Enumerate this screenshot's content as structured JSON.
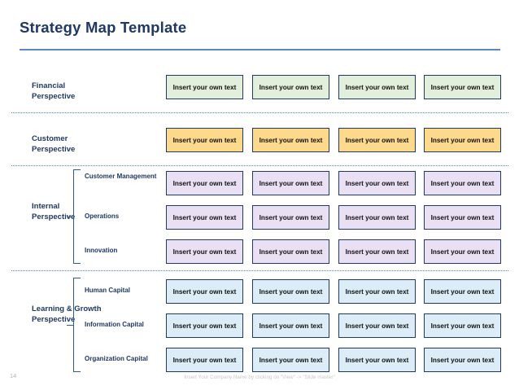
{
  "slide": {
    "title": "Strategy Map Template",
    "page_number": "14",
    "footer_note": "Insert Your Company Name by clicking on \"View\" -> \"Slide master\"",
    "accent_rule_color": "#5B86C4",
    "title_color": "#1F3864",
    "separator_color": "#5B86C4"
  },
  "cell_text": "Insert your own text",
  "columns": 4,
  "perspectives": [
    {
      "id": "financial",
      "label": "Financial Perspective",
      "fill_color": "#E2EFDA",
      "border_color": "#1F3864",
      "has_bracket": false,
      "rows": [
        {
          "sub_label": "",
          "cells": [
            "Insert your own text",
            "Insert your own text",
            "Insert your own text",
            "Insert your own text"
          ]
        }
      ]
    },
    {
      "id": "customer",
      "label": "Customer Perspective",
      "fill_color": "#FCD98B",
      "border_color": "#1F3864",
      "has_bracket": false,
      "rows": [
        {
          "sub_label": "",
          "cells": [
            "Insert your own text",
            "Insert your own text",
            "Insert your own text",
            "Insert your own text"
          ]
        }
      ]
    },
    {
      "id": "internal",
      "label": "Internal Perspective",
      "fill_color": "#EAE0F3",
      "border_color": "#1F3864",
      "has_bracket": true,
      "rows": [
        {
          "sub_label": "Customer Management",
          "cells": [
            "Insert your own text",
            "Insert your own text",
            "Insert your own text",
            "Insert your own text"
          ]
        },
        {
          "sub_label": "Operations",
          "cells": [
            "Insert your own text",
            "Insert your own text",
            "Insert your own text",
            "Insert your own text"
          ]
        },
        {
          "sub_label": "Innovation",
          "cells": [
            "Insert your own text",
            "Insert your own text",
            "Insert your own text",
            "Insert your own text"
          ]
        }
      ]
    },
    {
      "id": "learning-growth",
      "label": "Learning & Growth Perspective",
      "fill_color": "#DCEDF8",
      "border_color": "#1F3864",
      "has_bracket": true,
      "rows": [
        {
          "sub_label": "Human Capital",
          "cells": [
            "Insert your own text",
            "Insert your own text",
            "Insert your own text",
            "Insert your own text"
          ]
        },
        {
          "sub_label": "Information Capital",
          "cells": [
            "Insert your own text",
            "Insert your own text",
            "Insert your own text",
            "Insert your own text"
          ]
        },
        {
          "sub_label": "Organization Capital",
          "cells": [
            "Insert your own text",
            "Insert your own text",
            "Insert your own text",
            "Insert your own text"
          ]
        }
      ]
    }
  ]
}
